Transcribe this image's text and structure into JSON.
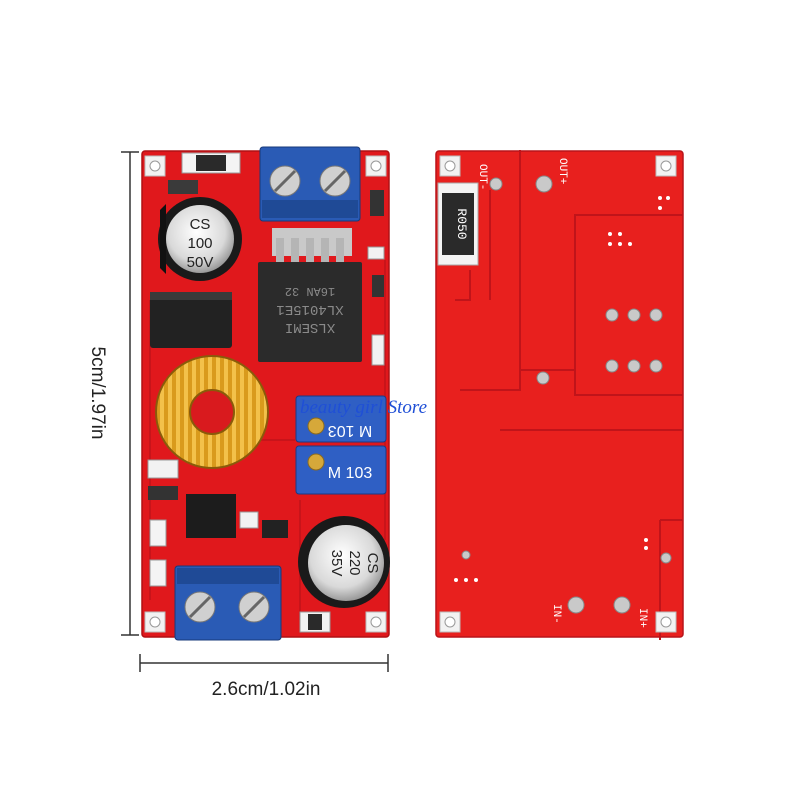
{
  "dimensions": {
    "height_label": "5cm/1.97in",
    "width_label": "2.6cm/1.02in"
  },
  "front_board": {
    "capacitor_small": [
      "CS",
      "100",
      "50V"
    ],
    "capacitor_large": [
      "CS",
      "220",
      "35V"
    ],
    "potentiometer_label": "M 103",
    "ic_marking": [
      "XL4015E1",
      "XLSEMI",
      "16AN 32"
    ]
  },
  "back_board": {
    "resistor_marking": "R050",
    "out_minus": "OUT-",
    "out_plus": "OUT+",
    "in_minus": "IN-",
    "in_plus": "IN+"
  },
  "watermark": "beauty girl Store",
  "colors": {
    "pcb": "#e0181c",
    "pcb_back": "#e8201e",
    "terminal": "#2a5bb5",
    "copper": "#d99a1c",
    "trim_blue": "#2f5fc4",
    "silk": "#ffffff",
    "watermark": "#1f4fd6"
  }
}
